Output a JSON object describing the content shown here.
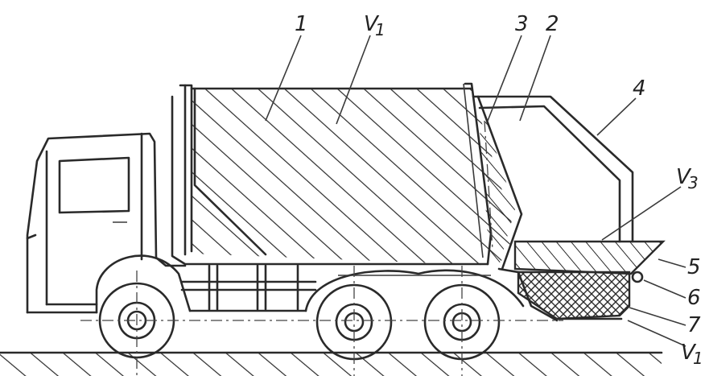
{
  "labels": {
    "l1": "1",
    "lv1_top": "V",
    "lv1_top_sub": "1",
    "l3": "3",
    "l2": "2",
    "l4": "4",
    "lv3": "V",
    "lv3_sub": "3",
    "l5": "5",
    "l6": "6",
    "l7": "7",
    "lv1_bottom": "V",
    "lv1_bottom_sub": "1"
  },
  "colors": {
    "line": "#2a2a2a",
    "background": "#ffffff"
  }
}
